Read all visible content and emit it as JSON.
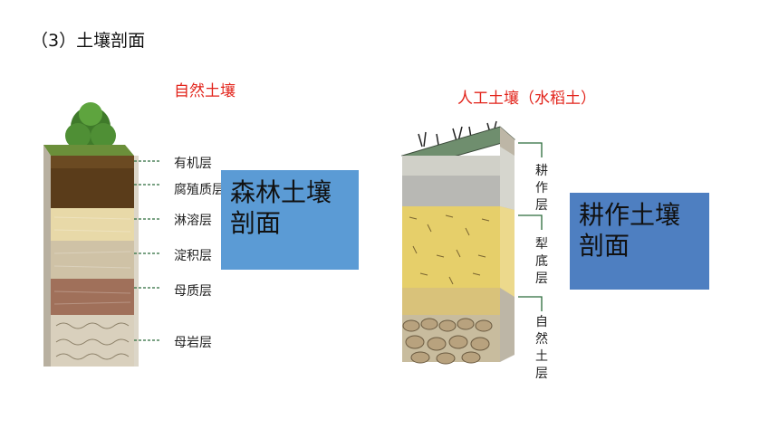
{
  "slide": {
    "title": "（3）土壤剖面"
  },
  "natural_soil": {
    "title": "自然土壤",
    "layers": [
      "有机层",
      "腐殖质层",
      "淋溶层",
      "淀积层",
      "母质层",
      "母岩层"
    ],
    "box_line1": "森林土壤",
    "box_line2": "剖面",
    "box_color": "#5b9bd5"
  },
  "artificial_soil": {
    "title": "人工土壤（水稻土）",
    "layers": [
      "耕作层",
      "犁底层",
      "自然土层"
    ],
    "box_line1": "耕作土壤",
    "box_line2": "剖面",
    "box_color": "#4e7fc1"
  }
}
